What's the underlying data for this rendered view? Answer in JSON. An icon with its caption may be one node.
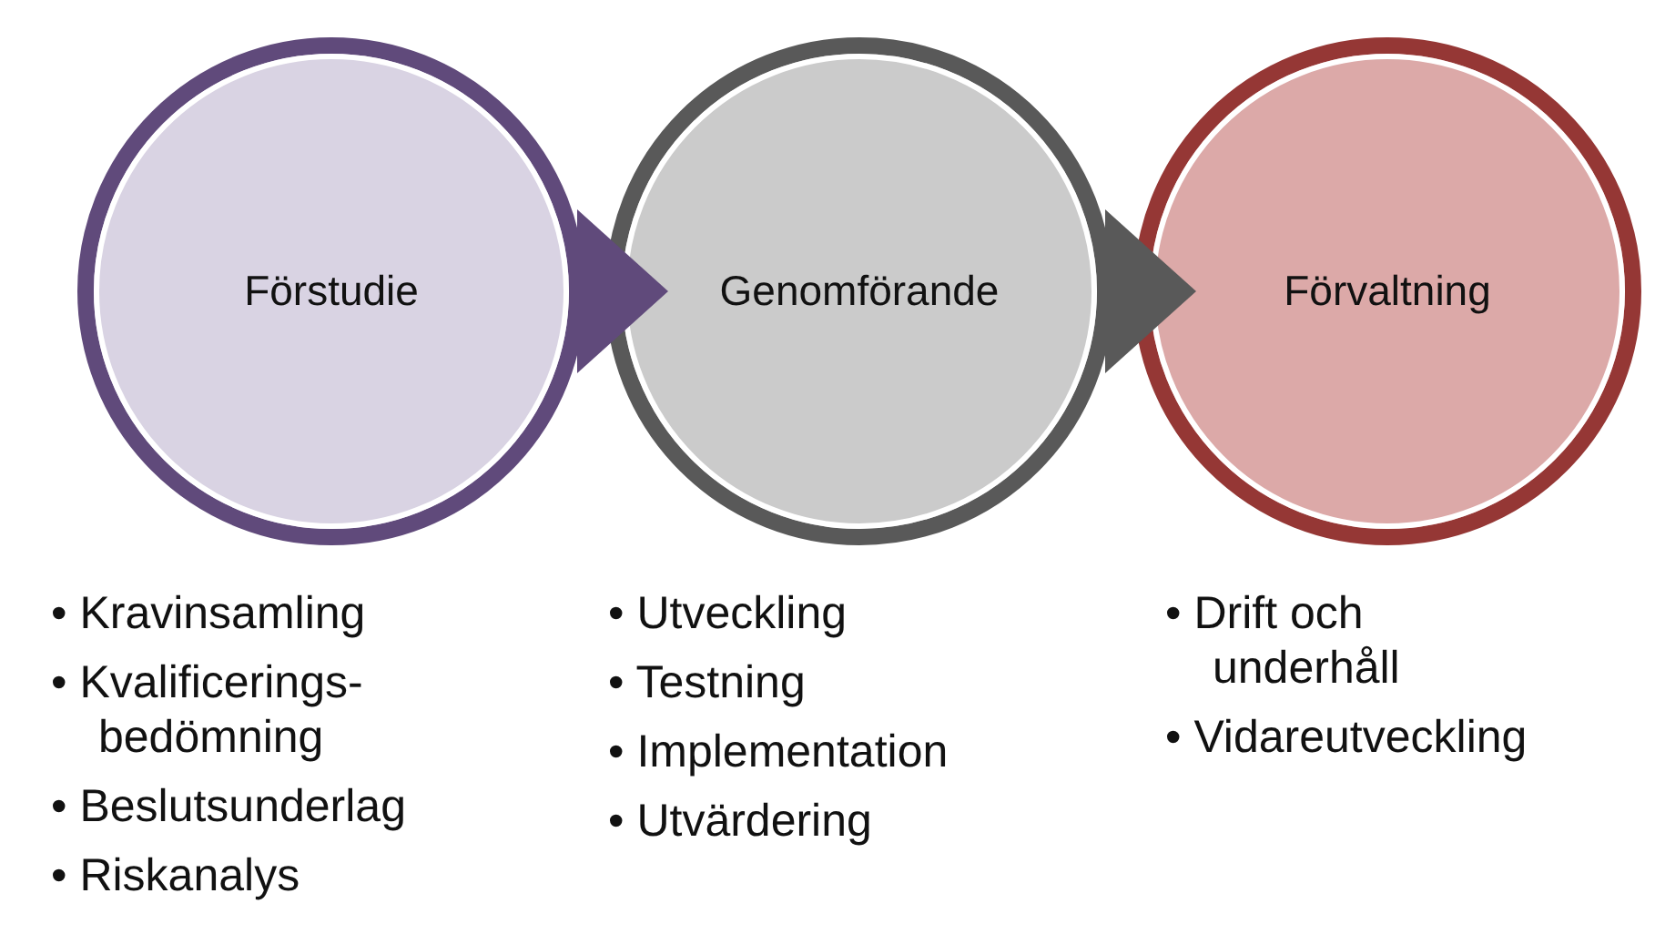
{
  "diagram": {
    "nodes": [
      {
        "text": [
          "Förstudie"
        ],
        "beside": [
          "• Kravinsamling",
          "• Kvalificerings-bedömning",
          "• Beslutsunderlag",
          "• Riskanalys"
        ]
      },
      {
        "text": [
          "Genomförande"
        ],
        "beside": [
          "• Utveckling",
          "• Testning",
          "• Implementation",
          "• Utvärdering"
        ]
      },
      {
        "text": [
          "Förvaltning"
        ],
        "beside": [
          "• Drift och underhåll",
          "• Vidareutveckling"
        ]
      }
    ],
    "edges": [
      {
        "from": 0,
        "to": 1,
        "arrow": "to",
        "color": "#604a7b"
      },
      {
        "from": 1,
        "to": 2,
        "arrow": "to",
        "color": "#595959"
      }
    ]
  }
}
